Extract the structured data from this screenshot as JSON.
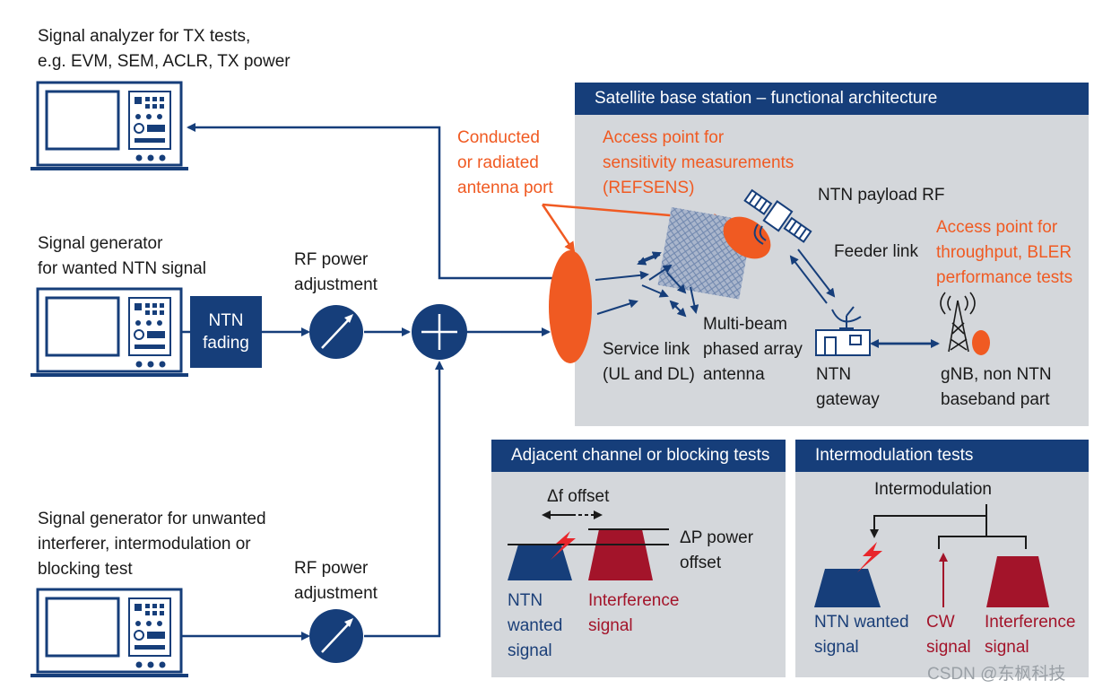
{
  "analyzer": {
    "label": "Signal analyzer for TX tests,\ne.g. EVM, SEM, ACLR, TX power"
  },
  "generator_wanted": {
    "label": "Signal generator\nfor wanted NTN signal"
  },
  "generator_unwanted": {
    "label": "Signal generator for unwanted\ninterferer, intermodulation or\nblocking test"
  },
  "ntn_fading": "NTN\nfading",
  "rf_power_1": "RF power\nadjustment",
  "rf_power_2": "RF power\nadjustment",
  "conducted_port": "Conducted\nor radiated\nantenna port",
  "satellite": {
    "header": "Satellite base station – functional architecture",
    "access_sensitivity": "Access point for\nsensitivity measurements\n(REFSENS)",
    "ntn_payload": "NTN payload RF",
    "feeder_link": "Feeder link",
    "access_throughput": "Access point for\nthroughput, BLER\nperformance tests",
    "service_link": "Service link\n(UL and DL)",
    "multibeam": "Multi-beam\nphased array\nantenna",
    "gateway": "NTN\ngateway",
    "gnb": "gNB, non NTN\nbaseband part"
  },
  "adjacent": {
    "header": "Adjacent channel or blocking tests",
    "df_offset": "Δf offset",
    "dp_offset": "ΔP power\noffset",
    "ntn_wanted": "NTN\nwanted\nsignal",
    "interference": "Interference\nsignal"
  },
  "intermod": {
    "header": "Intermodulation tests",
    "intermodulation": "Intermodulation",
    "ntn_wanted": "NTN wanted\nsignal",
    "cw": "CW\nsignal",
    "interference": "Interference\nsignal"
  },
  "watermark": "CSDN @东枫科技",
  "colors": {
    "navy": "#163e7a",
    "orange": "#f05a22",
    "red": "#a3142a",
    "panel": "#d4d7db"
  }
}
